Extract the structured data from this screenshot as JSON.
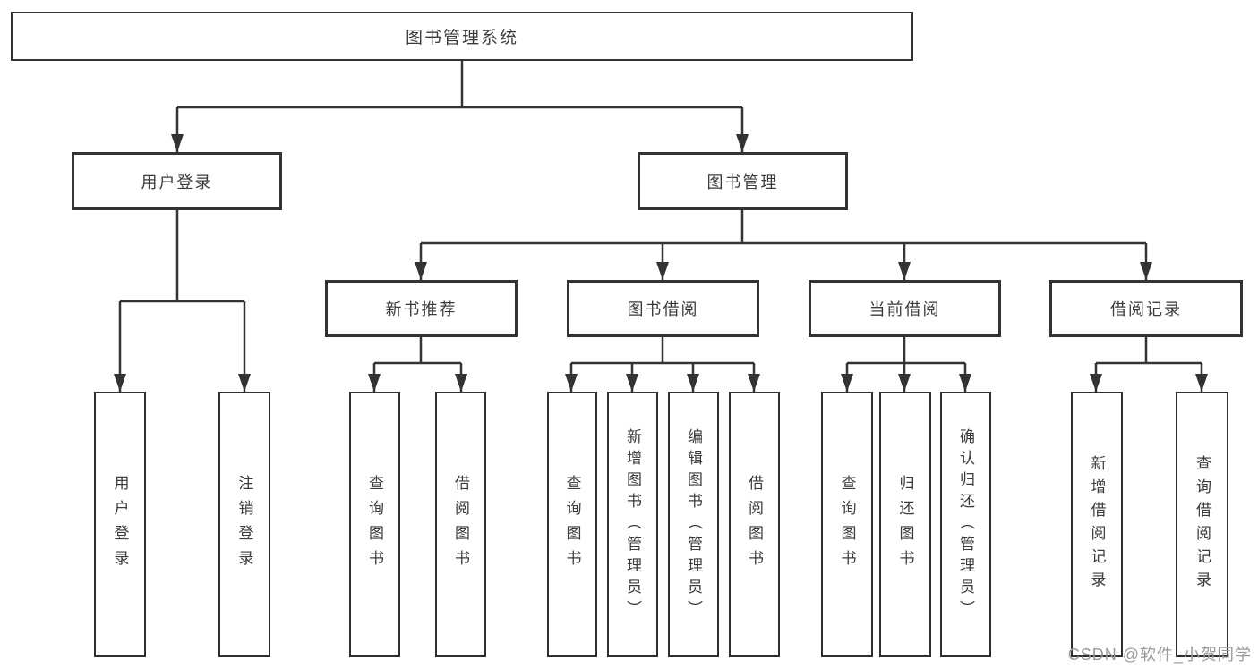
{
  "diagram_title": "图书管理系统",
  "watermark": "CSDN @软件_小贺同学",
  "colors": {
    "line": "#333333",
    "box_border": "#333333",
    "box_fill": "#ffffff",
    "text": "#3b3b3b",
    "watermark": "#9a9a9a",
    "background": "#ffffff"
  },
  "tree": {
    "label": "图书管理系统",
    "children": [
      {
        "label": "用户登录",
        "children": [
          "用户登录",
          "注销登录"
        ]
      },
      {
        "label": "图书管理",
        "children": [
          {
            "label": "新书推荐",
            "children": [
              "查询图书",
              "借阅图书"
            ]
          },
          {
            "label": "图书借阅",
            "children": [
              "查询图书",
              "新增图书（管理员）",
              "编辑图书（管理员）",
              "借阅图书"
            ]
          },
          {
            "label": "当前借阅",
            "children": [
              "查询图书",
              "归还图书",
              "确认归还（管理员）"
            ]
          },
          {
            "label": "借阅记录",
            "children": [
              "新增借阅记录",
              "查询借阅记录"
            ]
          }
        ]
      }
    ]
  }
}
